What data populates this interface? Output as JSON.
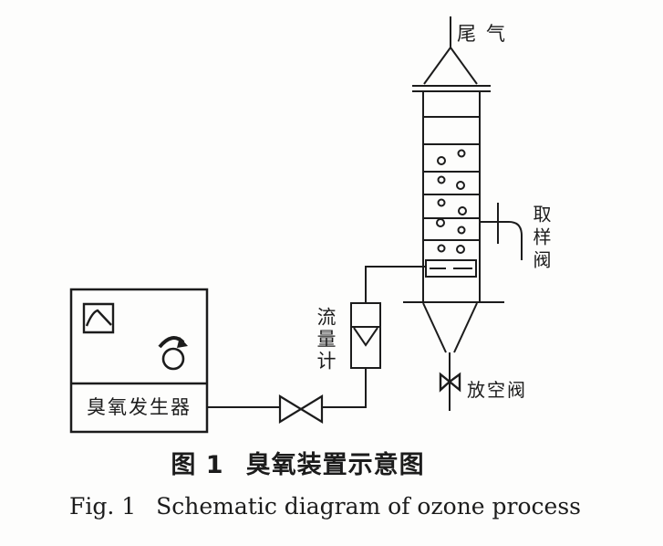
{
  "colors": {
    "line": "#1c1c1c",
    "background": "#fdfdfc"
  },
  "diagram": {
    "labels": {
      "tail_gas": "尾气",
      "sampling_valve": "取样阀",
      "vent_valve": "放空阀",
      "flow_meter": "流量计",
      "generator": "臭氧发生器"
    },
    "caption": {
      "zh_prefix": "图 1",
      "zh_title": "臭氧装置示意图",
      "en_prefix": "Fig. 1",
      "en_title": "Schematic diagram of ozone process"
    }
  }
}
